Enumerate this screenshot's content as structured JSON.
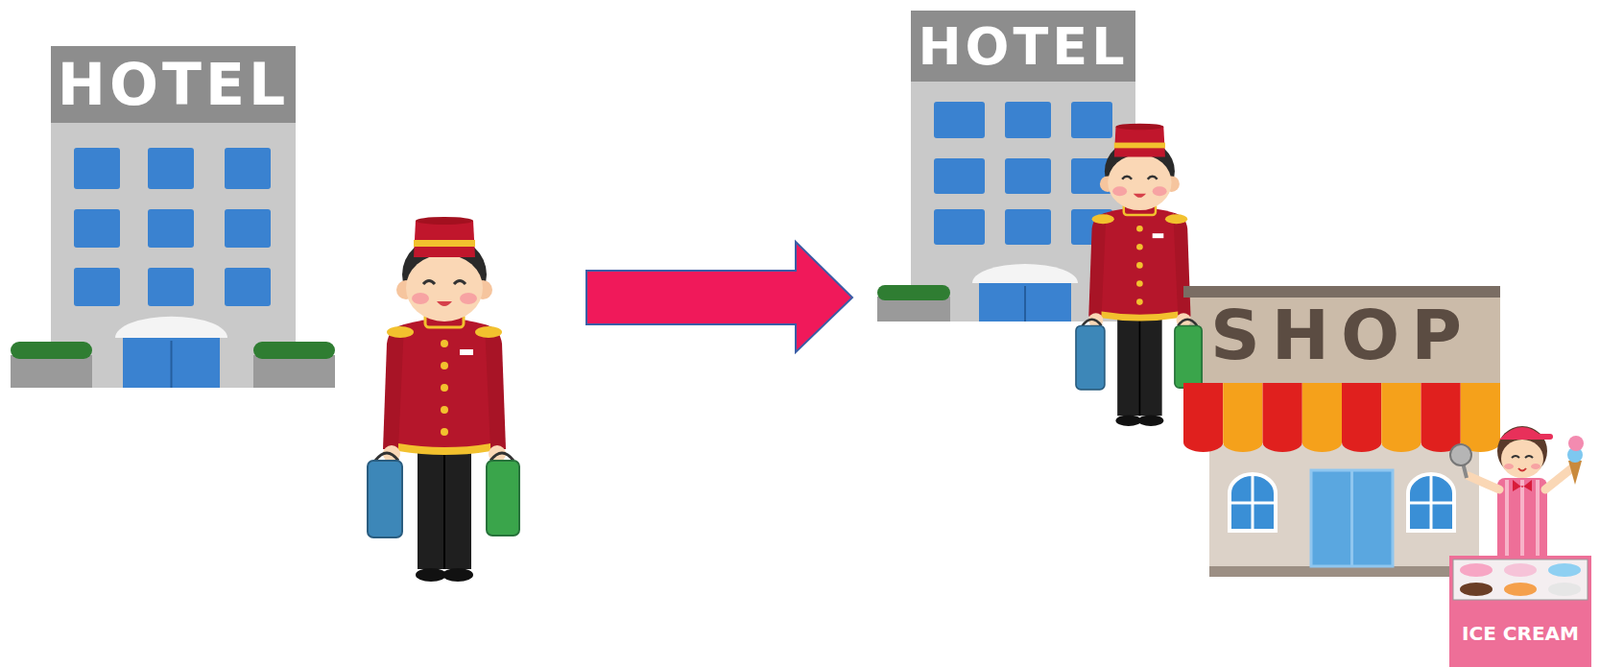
{
  "diagram": {
    "nodes": [
      {
        "text": [
          "HOTEL"
        ]
      },
      {
        "text": [
          "HOTEL"
        ]
      },
      {
        "text": [
          "SHOP"
        ]
      },
      {
        "text": [
          "ICE CREAM"
        ]
      }
    ],
    "edges": []
  }
}
